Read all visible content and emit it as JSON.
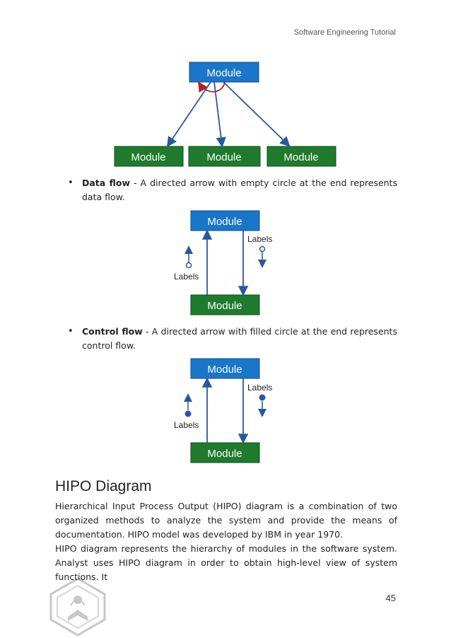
{
  "header": {
    "title": "Software Engineering Tutorial"
  },
  "diagram1": {
    "top": "Module",
    "bottom": [
      "Module",
      "Module",
      "Module"
    ]
  },
  "bullets": [
    {
      "term": "Data flow",
      "text": " - A directed arrow with empty circle at the end represents data flow."
    },
    {
      "term": "Control flow",
      "text": " - A directed arrow with filled circle at the end represents control flow."
    }
  ],
  "diagram2": {
    "top": "Module",
    "bottom": "Module",
    "label_right": "Labels",
    "label_left": "Labels"
  },
  "diagram3": {
    "top": "Module",
    "bottom": "Module",
    "label_right": "Labels",
    "label_left": "Labels"
  },
  "section": {
    "heading": "HIPO Diagram",
    "paragraphs": [
      "Hierarchical Input Process Output (HIPO) diagram is a combination of two organized methods to analyze the system and provide the means of documentation. HIPO model was developed by IBM in year 1970.",
      "HIPO diagram represents the hierarchy of modules in the software system. Analyst uses HIPO diagram in order to obtain high-level view of system functions. It"
    ]
  },
  "page_number": "45",
  "colors": {
    "blue_module": "#1976c9",
    "green_module": "#1f7a2e",
    "arrow": "#2a57a0",
    "loop_arrow": "#b22222"
  }
}
